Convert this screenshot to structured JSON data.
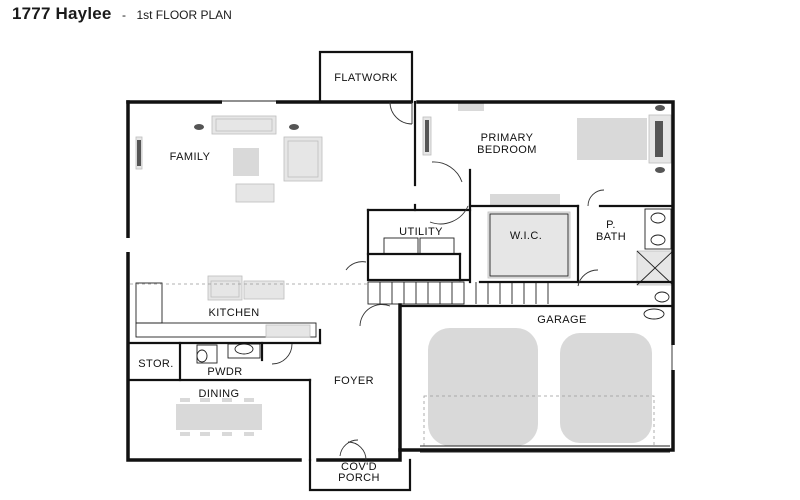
{
  "header": {
    "title": "1777 Haylee",
    "separator": "-",
    "subtitle": "1st FLOOR PLAN"
  },
  "rooms": {
    "flatwork": "FLATWORK",
    "family": "FAMILY",
    "primary_bedroom_line1": "PRIMARY",
    "primary_bedroom_line2": "BEDROOM",
    "utility": "UTILITY",
    "wic": "W.I.C.",
    "p_bath_line1": "P.",
    "p_bath_line2": "BATH",
    "kitchen": "KITCHEN",
    "garage": "GARAGE",
    "stor": "STOR.",
    "pwdr": "PWDR",
    "foyer": "FOYER",
    "dining": "DINING",
    "porch_line1": "COV'D",
    "porch_line2": "PORCH"
  },
  "colors": {
    "wall": "#111111",
    "furniture": "#d9d9d9",
    "background": "#ffffff"
  }
}
